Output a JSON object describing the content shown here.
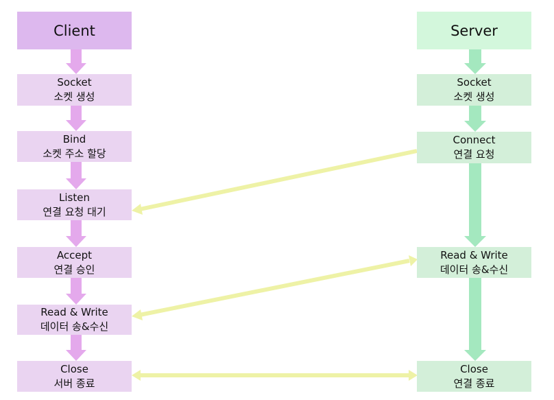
{
  "client": {
    "title": "Client",
    "steps": [
      {
        "line1": "Socket",
        "line2": "소켓 생성"
      },
      {
        "line1": "Bind",
        "line2": "소켓 주소 할당"
      },
      {
        "line1": "Listen",
        "line2": "연결 요청 대기"
      },
      {
        "line1": "Accept",
        "line2": "연결 승인"
      },
      {
        "line1": "Read & Write",
        "line2": "데이터 송&수신"
      },
      {
        "line1": "Close",
        "line2": "서버 종료"
      }
    ]
  },
  "server": {
    "title": "Server",
    "steps": [
      {
        "line1": "Socket",
        "line2": "소켓 생성"
      },
      {
        "line1": "Connect",
        "line2": "연결 요청"
      },
      {
        "line1": "Read & Write",
        "line2": "데이터 송&수신"
      },
      {
        "line1": "Close",
        "line2": "연결 종료"
      }
    ]
  },
  "colors": {
    "client_header": "#ddb8ee",
    "client_node": "#ead4f1",
    "client_arrow": "#e4a9ec",
    "server_header": "#d3f7dc",
    "server_node": "#d3efd9",
    "server_arrow": "#a4e8bf",
    "link_arrow": "#eef2a6"
  }
}
